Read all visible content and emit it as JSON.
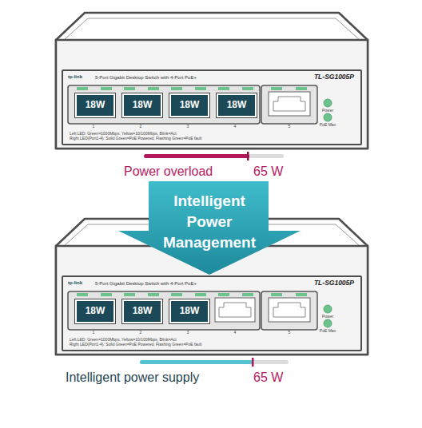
{
  "diagram": {
    "nodes": [
      {
        "text": [
          "tp-link",
          "5-Port Gigabit Desktop Switch with 4-Port PoE+",
          "TL-SG1005P",
          "Left LED: Green=1000Mbps, Yellow=10/100Mbps, Blink=Act",
          "Right LED(Port1-4): Solid Green=PoE Powered, Flashing Green=PoE fault"
        ]
      },
      {
        "text": [
          "18W"
        ],
        "in": 0
      },
      {
        "text": [
          "18W"
        ],
        "in": 0
      },
      {
        "text": [
          "18W"
        ],
        "in": 0
      },
      {
        "text": [
          "18W"
        ],
        "in": 0
      },
      {
        "text": [
          "Intelligent Power Management"
        ]
      },
      {
        "text": [
          "tp-link",
          "5-Port Gigabit Desktop Switch with 4-Port PoE+",
          "TL-SG1005P",
          "Left LED: Green=1000Mbps, Yellow=10/100Mbps, Blink=Act",
          "Right LED(Port1-4): Solid Green=PoE Powered, Flashing Green=PoE fault"
        ]
      },
      {
        "text": [
          "18W"
        ],
        "in": 6
      },
      {
        "text": [
          "18W"
        ],
        "in": 6
      },
      {
        "text": [
          "18W"
        ],
        "in": 6
      }
    ],
    "labels": [
      "1",
      "2",
      "3",
      "4",
      "5",
      "Power",
      "PoE Max",
      "Power overload",
      "65 W",
      "1",
      "2",
      "3",
      "4",
      "5",
      "Power",
      "PoE Max",
      "Intelligent power supply",
      "65 W"
    ]
  }
}
